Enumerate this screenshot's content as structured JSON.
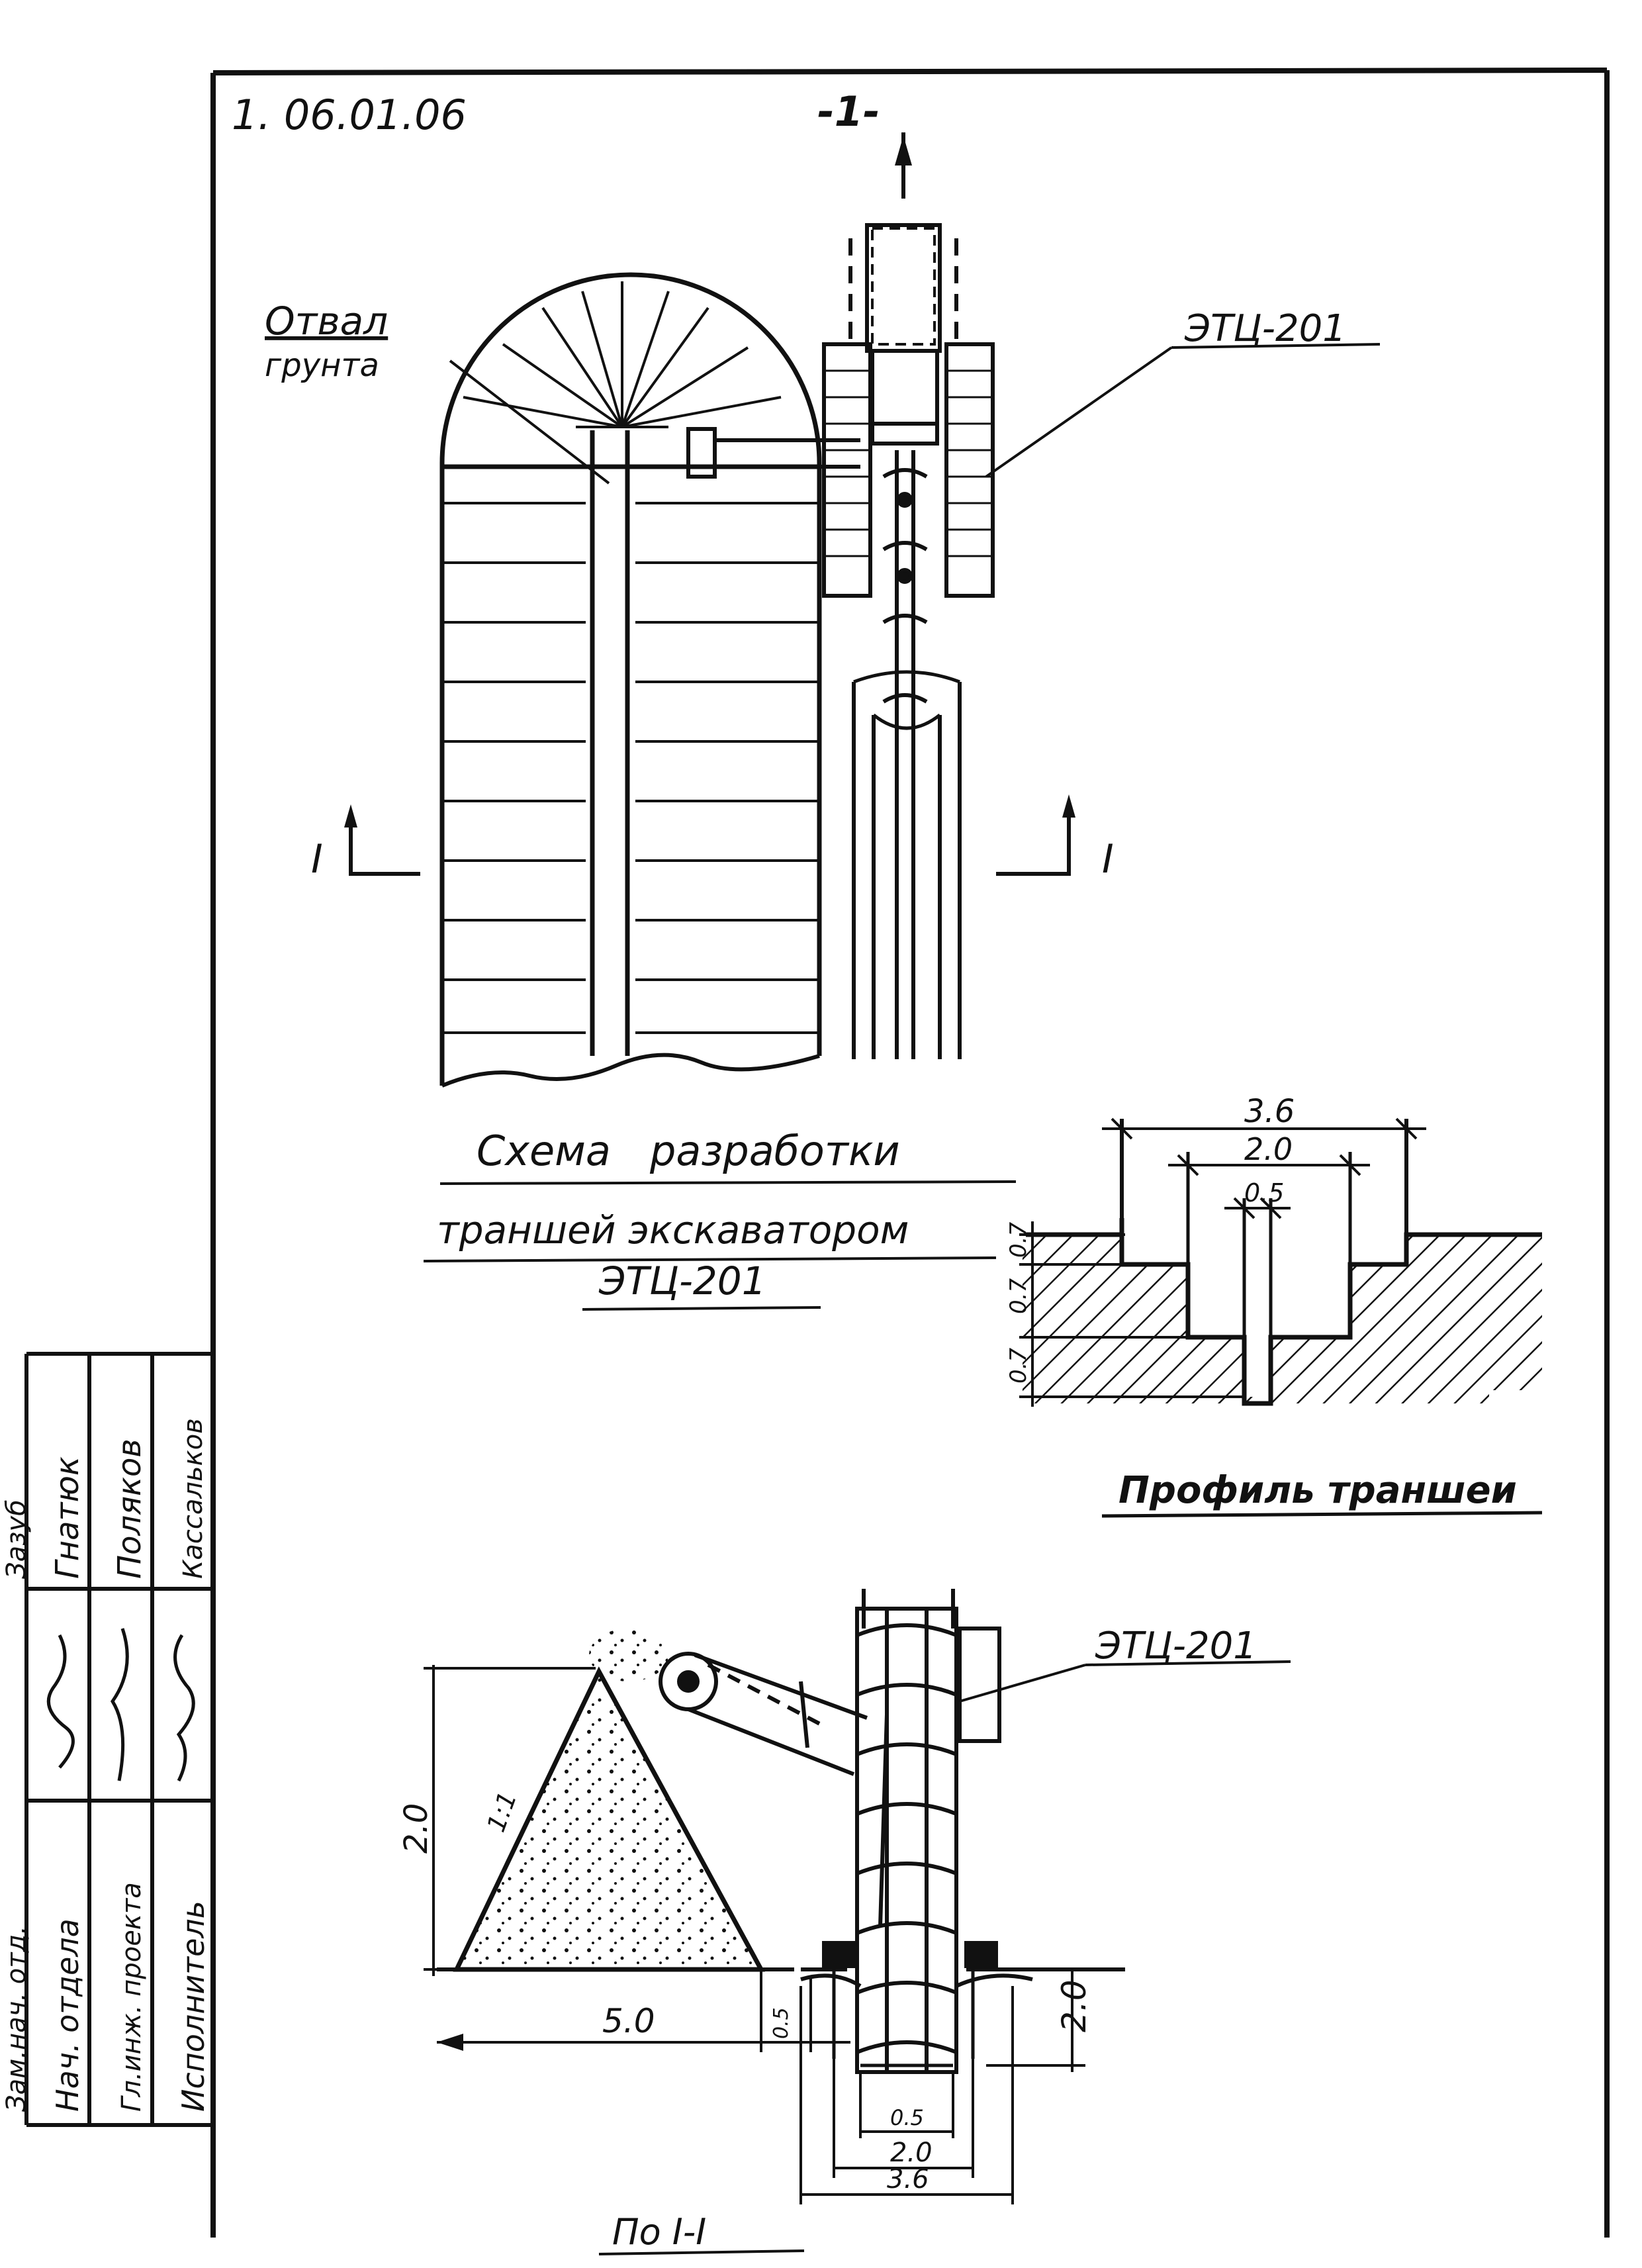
{
  "header": {
    "doc_number": "1. 06.01.06",
    "page_number": "-1-"
  },
  "plan_view": {
    "spoil_label_line1": "Отвал",
    "spoil_label_line2": "грунта",
    "excavator_label": "ЭТЦ-201",
    "section_mark_left": "I",
    "section_mark_right": "I",
    "caption_line1": "Схема   разработки",
    "caption_line2": "траншей экскаватором",
    "caption_line3": "ЭТЦ-201"
  },
  "trench_profile": {
    "width_top": "3.6",
    "width_mid": "2.0",
    "width_bottom": "0.5",
    "depth_1": "0.7",
    "depth_2": "0.7",
    "depth_3": "0.7",
    "caption": "Профиль траншеи"
  },
  "section_view": {
    "excavator_label": "ЭТЦ-201",
    "pile_height": "2.0",
    "slope": "1:1",
    "pile_width": "5.0",
    "offset": "0.5",
    "trench_depth": "2.0",
    "w_bottom": "0.5",
    "w_mid": "2.0",
    "w_top": "3.6",
    "caption": "По I-I"
  },
  "stamp": {
    "roles": [
      "Нач. отдела",
      "Гл.инж. проекта",
      "Исполнитель"
    ],
    "names": [
      "Гнатюк",
      "Поляков",
      "Кассальков"
    ],
    "top_fragment": "Зам.нач. отд.",
    "top_name_fragment": "Зазуб"
  }
}
